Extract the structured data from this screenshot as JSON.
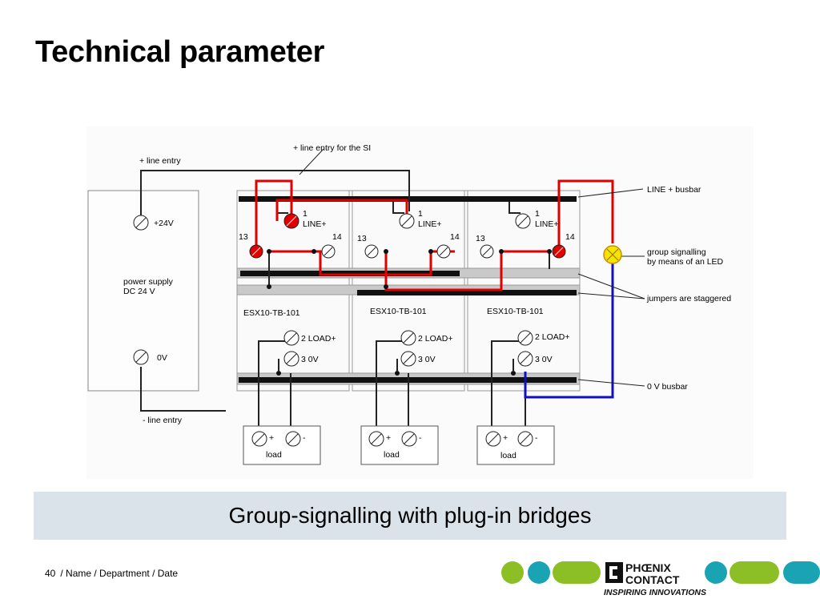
{
  "slide": {
    "title": "Technical parameter",
    "caption": "Group-signalling with plug-in bridges",
    "page_number": "40",
    "footer_text": "/ Name / Department / Date"
  },
  "diagram": {
    "annotations": {
      "line_entry_plus": "+ line entry",
      "line_entry_si": "+ line entry for the SI",
      "line_entry_minus": "- line entry",
      "line_busbar": "LINE + busbar",
      "group_signalling_1": "group signalling",
      "group_signalling_2": "by means of an LED",
      "jumpers": "jumpers are staggered",
      "zero_busbar": "0 V busbar"
    },
    "power_supply": {
      "plus_terminal": "+24V",
      "label_1": "power supply",
      "label_2": "DC 24 V",
      "zero_terminal": "0V"
    },
    "modules": [
      {
        "name": "ESX10-TB-101",
        "term1_num": "1",
        "term1_label": "LINE+",
        "left_num": "13",
        "right_num": "14",
        "load_plus": "2 LOAD+",
        "load_zero": "3 0V"
      },
      {
        "name": "ESX10-TB-101",
        "term1_num": "1",
        "term1_label": "LINE+",
        "left_num": "13",
        "right_num": "14",
        "load_plus": "2 LOAD+",
        "load_zero": "3 0V"
      },
      {
        "name": "ESX10-TB-101",
        "term1_num": "1",
        "term1_label": "LINE+",
        "left_num": "13",
        "right_num": "14",
        "load_plus": "2 LOAD+",
        "load_zero": "3 0V"
      }
    ],
    "loads": [
      {
        "label": "load",
        "plus": "+",
        "minus": "-"
      },
      {
        "label": "load",
        "plus": "+",
        "minus": "-"
      },
      {
        "label": "load",
        "plus": "+",
        "minus": "-"
      }
    ]
  },
  "logo": {
    "brand_line_1": "PHŒNIX",
    "brand_line_2": "CONTACT",
    "tagline": "INSPIRING INNOVATIONS",
    "colors": {
      "green": "#8cbf26",
      "teal": "#1aa3b3"
    }
  },
  "colors": {
    "red_wire": "#e00000",
    "blue_wire": "#1010c0",
    "led_yellow": "#f2e600",
    "caption_bg": "#dbe3ea"
  }
}
